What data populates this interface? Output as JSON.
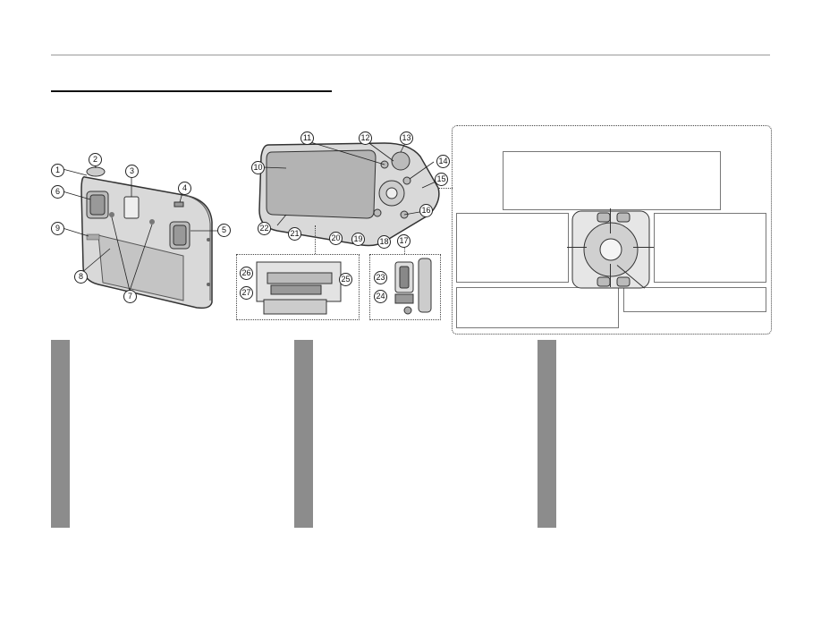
{
  "page": {
    "callouts": [
      "1",
      "2",
      "3",
      "4",
      "5",
      "6",
      "7",
      "8",
      "9",
      "10",
      "11",
      "12",
      "13",
      "14",
      "15",
      "16",
      "17",
      "18",
      "19",
      "20",
      "21",
      "22",
      "23",
      "24",
      "25",
      "26",
      "27"
    ],
    "columns": [
      "",
      "",
      ""
    ]
  },
  "colors": {
    "column_bar": "#8c8c8c",
    "rule": "#111111"
  }
}
